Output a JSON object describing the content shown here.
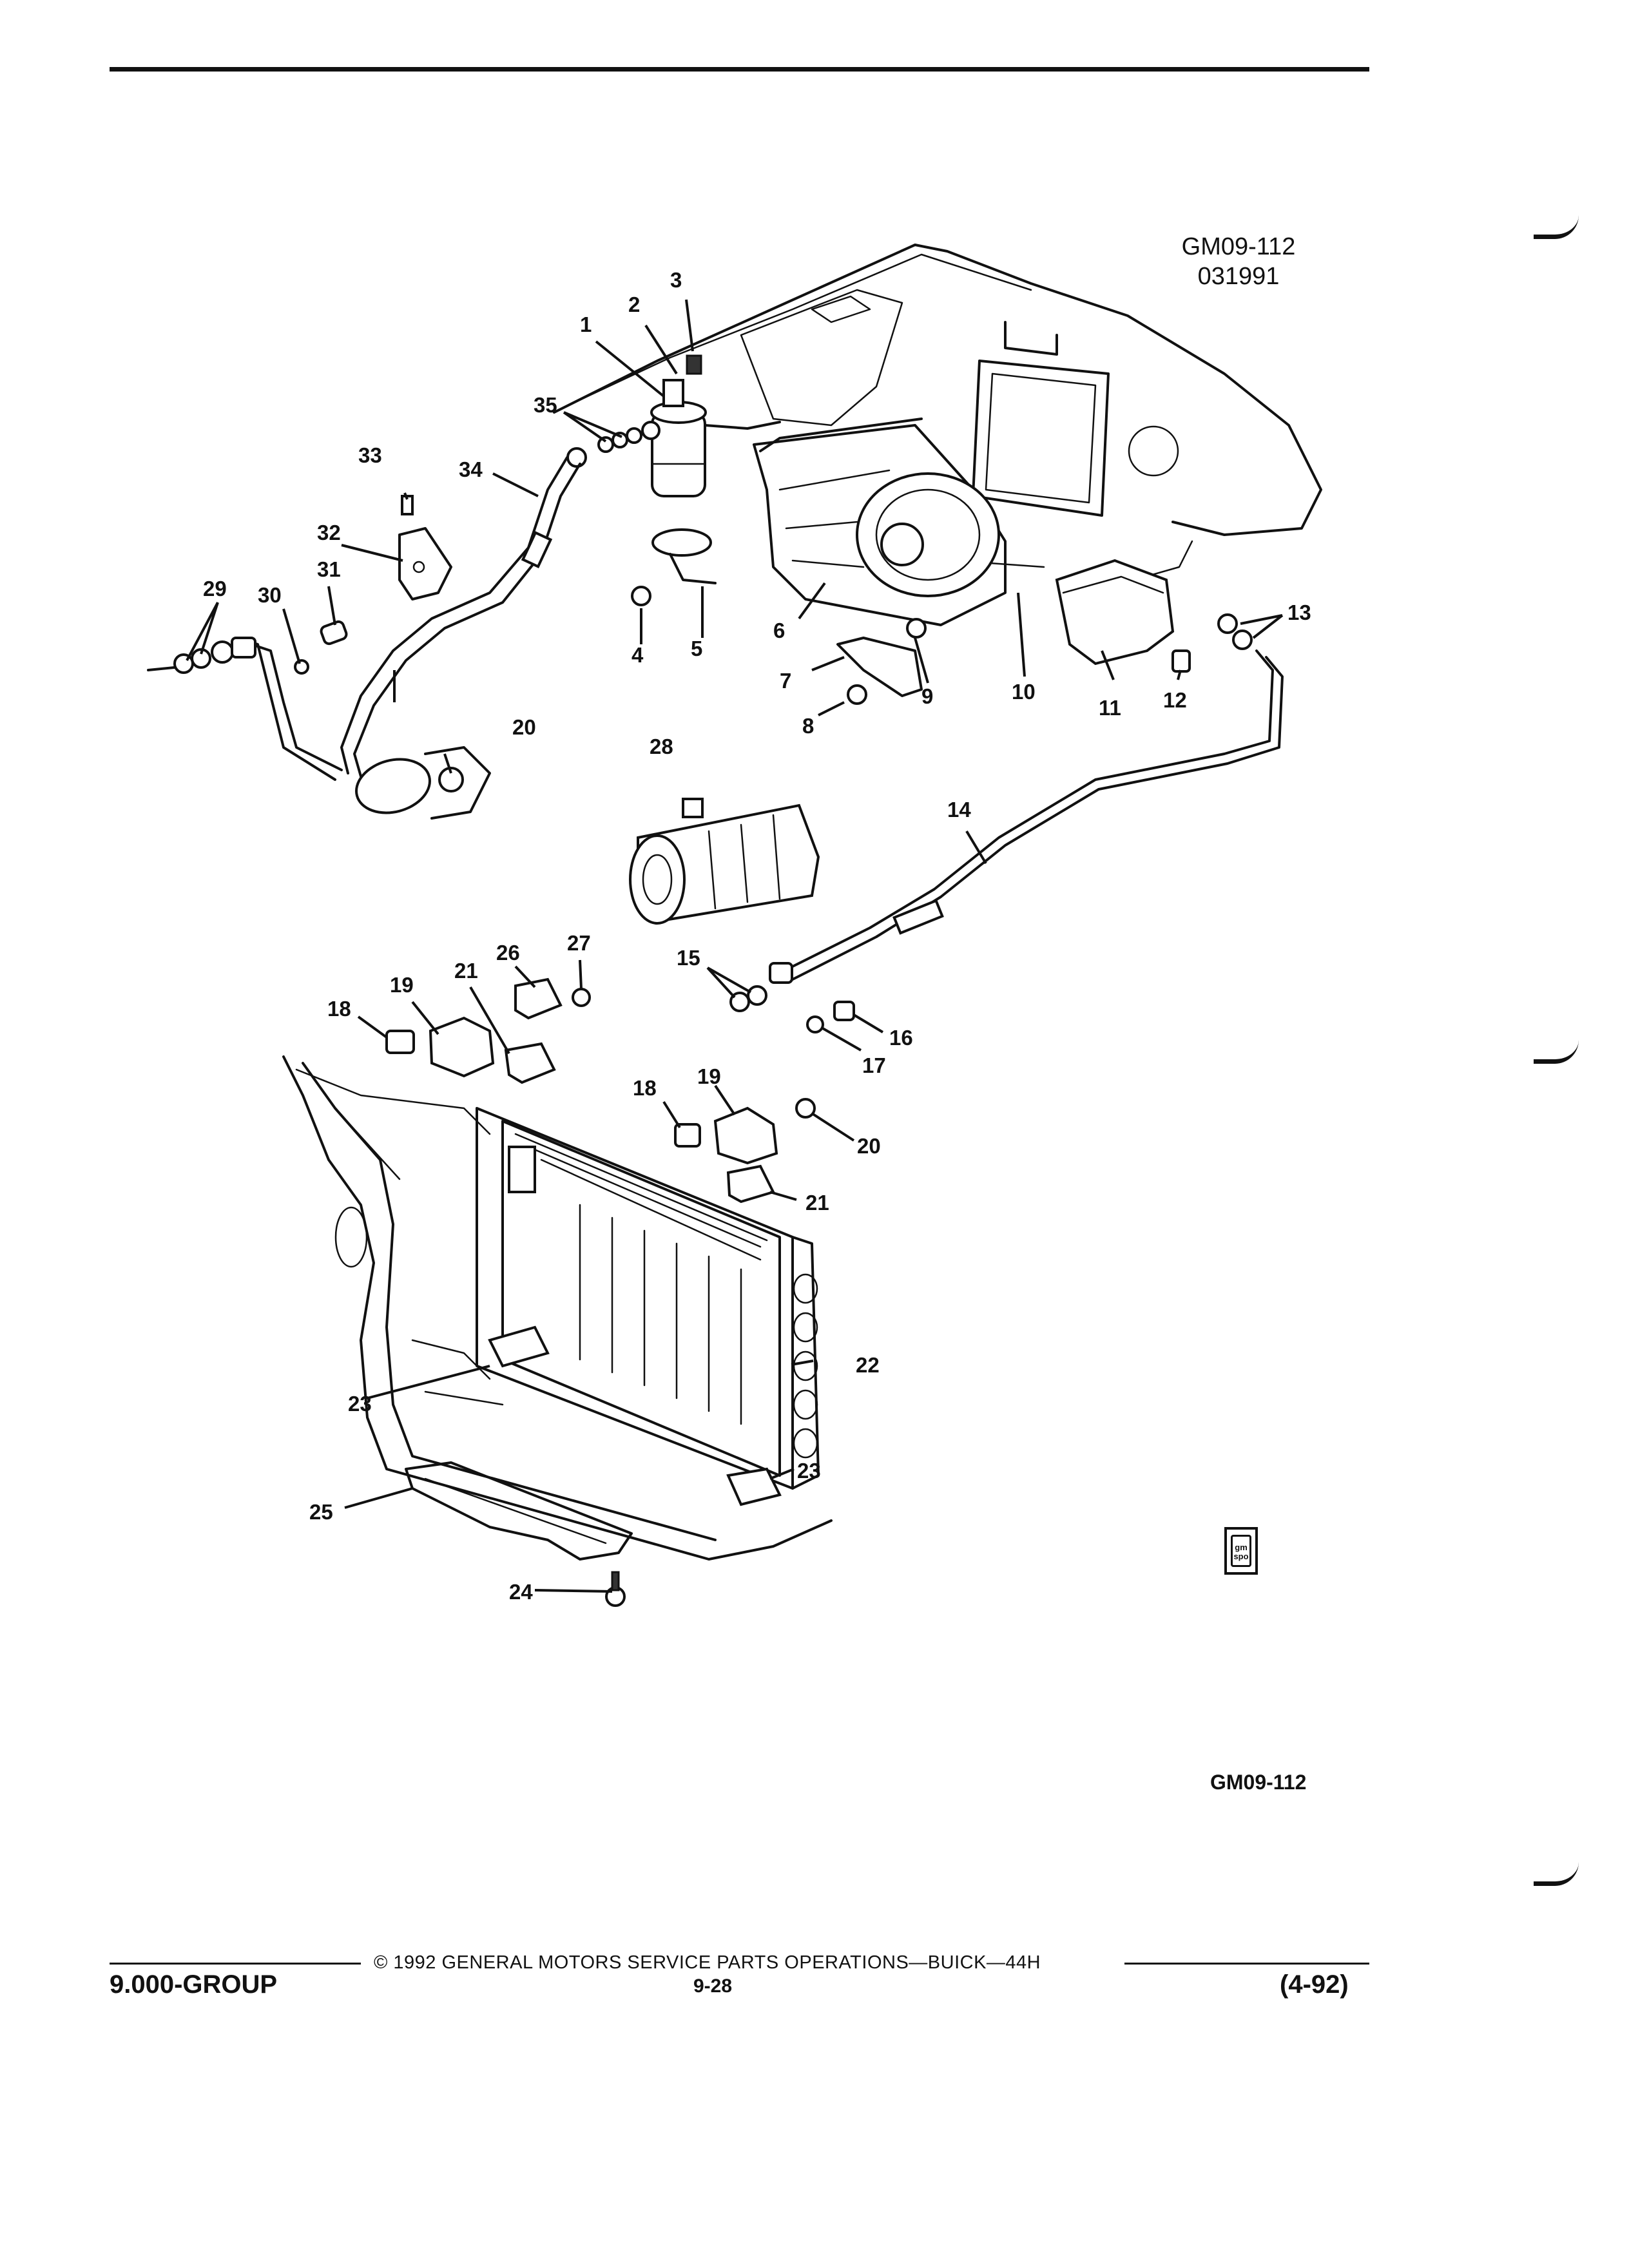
{
  "figure": {
    "id_top": "GM09-112",
    "date_code": "031991",
    "id_bottom": "GM09-112"
  },
  "callouts": [
    "1",
    "2",
    "3",
    "4",
    "5",
    "6",
    "7",
    "8",
    "9",
    "10",
    "11",
    "12",
    "13",
    "14",
    "15",
    "16",
    "17",
    "18",
    "19",
    "20",
    "21",
    "22",
    "23",
    "24",
    "25",
    "26",
    "27",
    "28",
    "29",
    "30",
    "31",
    "32",
    "33",
    "34",
    "35"
  ],
  "callouts_repeated": {
    "c18b": "18",
    "c19b": "19",
    "c20b": "20",
    "c21b": "21",
    "c23b": "23"
  },
  "logo": {
    "text": "gm spo"
  },
  "footer": {
    "copyright": "© 1992 GENERAL MOTORS SERVICE PARTS OPERATIONS—BUICK—44H",
    "group": "9.000-GROUP",
    "page": "9-28",
    "date": "(4-92)"
  }
}
